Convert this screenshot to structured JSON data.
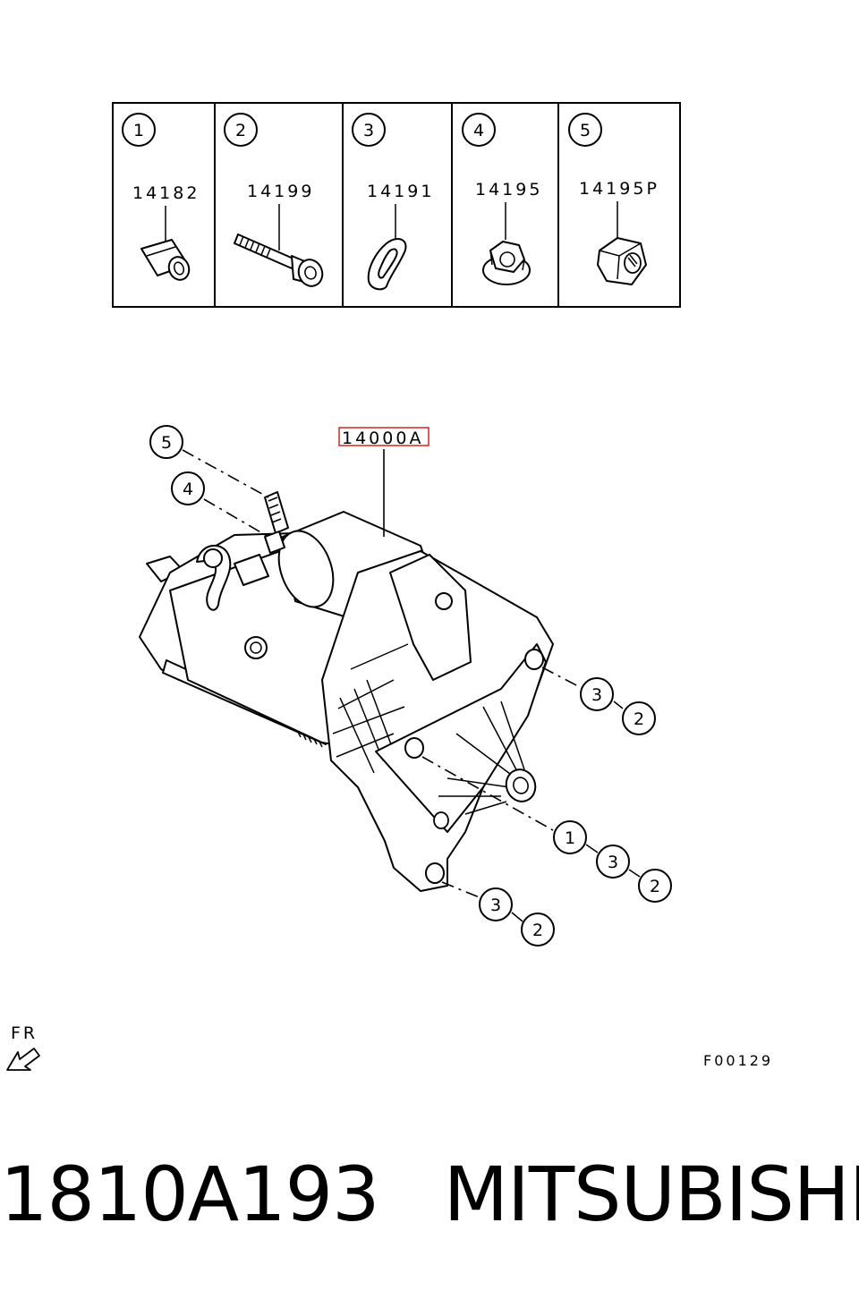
{
  "legend": {
    "items": [
      {
        "index": "1",
        "part_no": "14182",
        "icon": "spacer-collar-icon"
      },
      {
        "index": "2",
        "part_no": "14199",
        "icon": "socket-head-bolt-icon"
      },
      {
        "index": "3",
        "part_no": "14191",
        "icon": "curved-washer-icon"
      },
      {
        "index": "4",
        "part_no": "14195",
        "icon": "flange-nut-icon"
      },
      {
        "index": "5",
        "part_no": "14195P",
        "icon": "hex-nut-icon"
      }
    ]
  },
  "main_assembly": {
    "part_no": "14000A",
    "highlight_color": "#e03030",
    "callouts": {
      "top_left_5": "5",
      "top_left_4": "4",
      "right_upper_3": "3",
      "right_upper_2": "2",
      "center_1": "1",
      "center_3": "3",
      "center_2": "2",
      "bottom_3": "3",
      "bottom_2": "2"
    }
  },
  "orientation": {
    "label": "FR",
    "icon": "front-arrow-icon"
  },
  "figure_code": "F00129",
  "caption": {
    "part_number": "1810A193",
    "brand": "MITSUBISHI"
  }
}
